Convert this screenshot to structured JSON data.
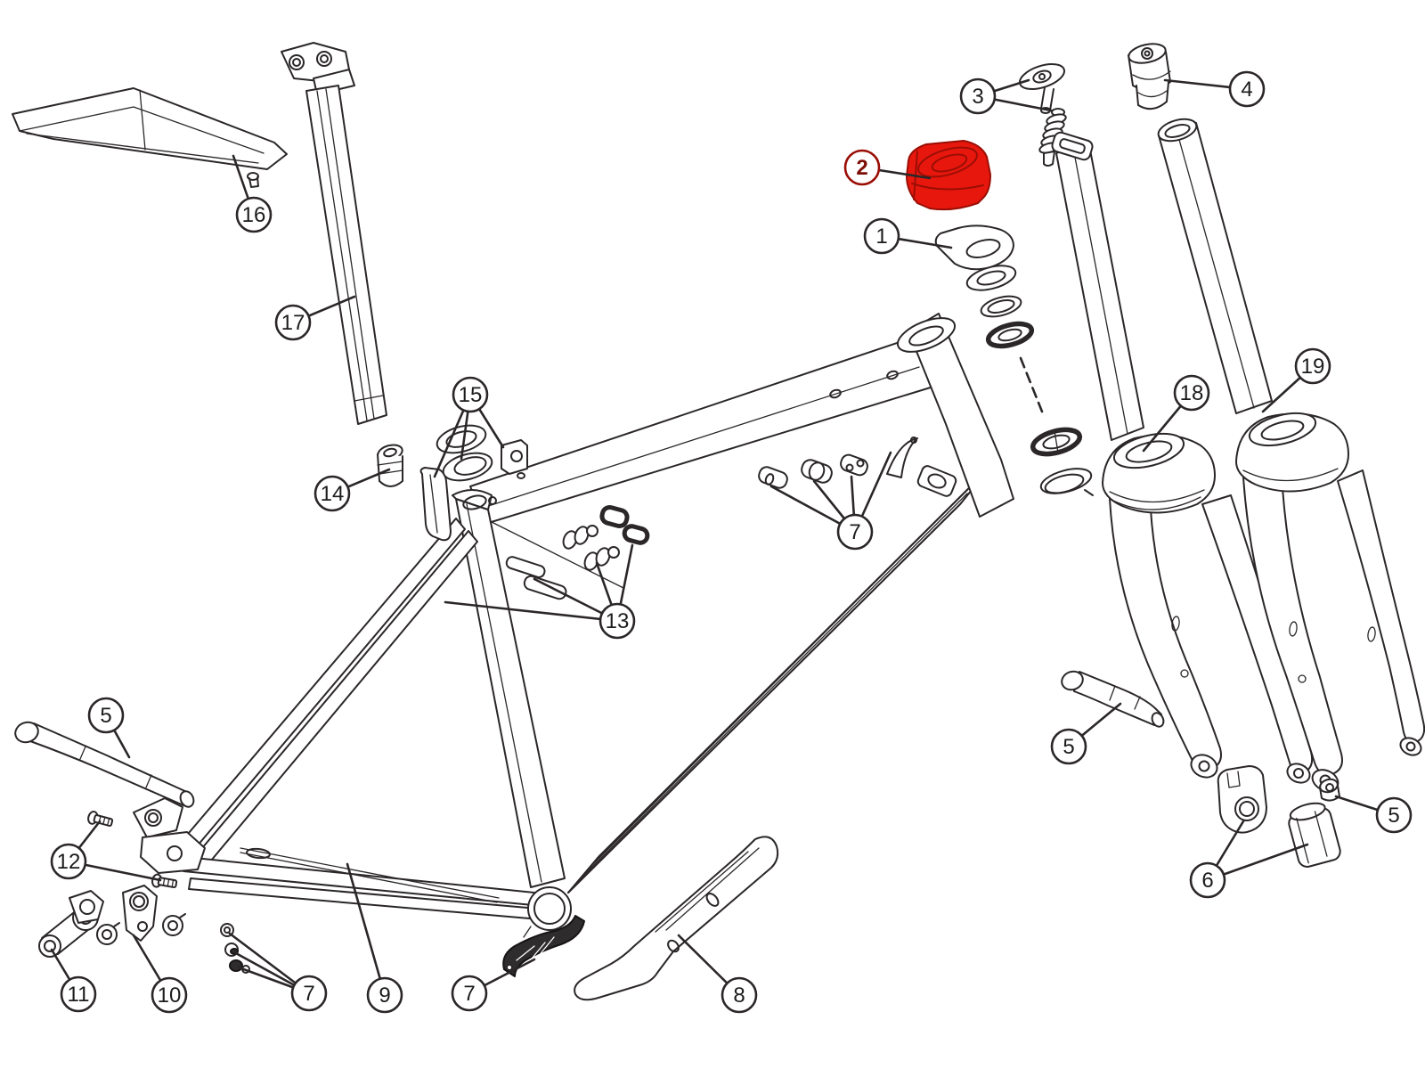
{
  "diagram": {
    "kind": "exploded-parts-diagram",
    "subject": "bicycle frameset with fork, seatpost, saddle and small parts",
    "background": "#ffffff",
    "line_color": "#2b2728",
    "highlight": {
      "fill": "#e8170d",
      "stroke": "#9a0e05",
      "number_color": "#7c0d06",
      "highlighted_part_number": "2"
    }
  },
  "callouts": [
    {
      "id": "callout-1",
      "label": "1",
      "highlighted": false
    },
    {
      "id": "callout-2",
      "label": "2",
      "highlighted": true
    },
    {
      "id": "callout-3",
      "label": "3",
      "highlighted": false
    },
    {
      "id": "callout-4",
      "label": "4",
      "highlighted": false
    },
    {
      "id": "callout-5-rear-axle",
      "label": "5",
      "highlighted": false
    },
    {
      "id": "callout-5-fork-bolt",
      "label": "5",
      "highlighted": false
    },
    {
      "id": "callout-5-fork-nut",
      "label": "5",
      "highlighted": false
    },
    {
      "id": "callout-6",
      "label": "6",
      "highlighted": false
    },
    {
      "id": "callout-7-toptube-ports",
      "label": "7",
      "highlighted": false
    },
    {
      "id": "callout-7-grommets",
      "label": "7",
      "highlighted": false
    },
    {
      "id": "callout-7-bb-guide",
      "label": "7",
      "highlighted": false
    },
    {
      "id": "callout-8",
      "label": "8",
      "highlighted": false
    },
    {
      "id": "callout-9",
      "label": "9",
      "highlighted": false
    },
    {
      "id": "callout-10",
      "label": "10",
      "highlighted": false
    },
    {
      "id": "callout-11",
      "label": "11",
      "highlighted": false
    },
    {
      "id": "callout-12",
      "label": "12",
      "highlighted": false
    },
    {
      "id": "callout-13",
      "label": "13",
      "highlighted": false
    },
    {
      "id": "callout-14",
      "label": "14",
      "highlighted": false
    },
    {
      "id": "callout-15",
      "label": "15",
      "highlighted": false
    },
    {
      "id": "callout-16",
      "label": "16",
      "highlighted": false
    },
    {
      "id": "callout-17",
      "label": "17",
      "highlighted": false
    },
    {
      "id": "callout-18",
      "label": "18",
      "highlighted": false
    },
    {
      "id": "callout-19",
      "label": "19",
      "highlighted": false
    }
  ]
}
